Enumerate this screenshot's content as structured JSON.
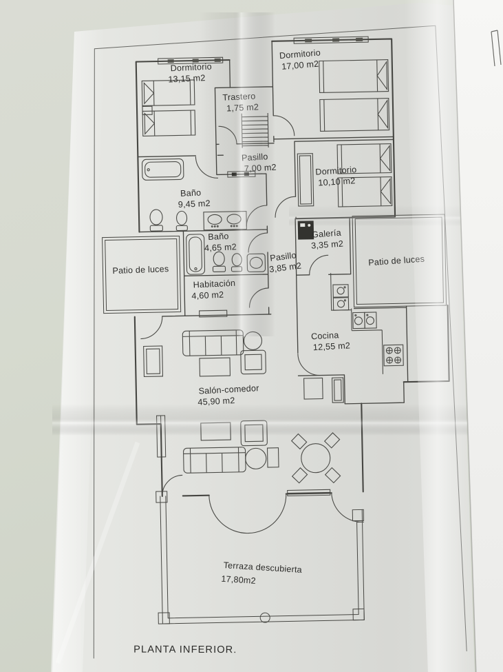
{
  "sheet": {
    "title": "PLANTA INFERIOR."
  },
  "rooms": [
    {
      "name": "Dormitorio",
      "area": "13,15 m2"
    },
    {
      "name": "Dormitorio",
      "area": "17,00 m2"
    },
    {
      "name": "Trastero",
      "area": "1,75 m2"
    },
    {
      "name": "Pasillo",
      "area": "7,00 m2"
    },
    {
      "name": "Dormitorio",
      "area": "10,10 m2"
    },
    {
      "name": "Baño",
      "area": "9,45 m2"
    },
    {
      "name": "Baño",
      "area": "4,65 m2"
    },
    {
      "name": "Galería",
      "area": "3,35 m2"
    },
    {
      "name": "Patio de luces",
      "area": ""
    },
    {
      "name": "Pasillo",
      "area": "3,85 m2"
    },
    {
      "name": "Habitación",
      "area": "4,60 m2"
    },
    {
      "name": "Patio de luces",
      "area": ""
    },
    {
      "name": "Cocina",
      "area": "12,55 m2"
    },
    {
      "name": "Salón-comedor",
      "area": "45,90 m2"
    },
    {
      "name": "Terraza descubierta",
      "area": "17,80m2"
    }
  ],
  "colors": {
    "background": "#d6dacf",
    "paper": "#e2e3df",
    "paper_dark": "#d7d8d4",
    "bright_fold": "#f3f3f0",
    "side_sheet": "#f5f5f2",
    "ink": "#464642",
    "text": "#2c2c2a"
  },
  "fixture_icons": [
    "bed-icon",
    "wardrobe-icon",
    "stairs-icon",
    "bathtub-icon",
    "toilet-icon",
    "bidet-icon",
    "sink-icon",
    "washing-machine-icon",
    "kitchen-sink-icon",
    "stove-icon",
    "sofa-icon",
    "armchair-icon",
    "coffee-table-icon",
    "side-table-icon",
    "round-table-icon",
    "dining-table-icon",
    "chair-icon",
    "door-arc-icon",
    "window-icon"
  ]
}
